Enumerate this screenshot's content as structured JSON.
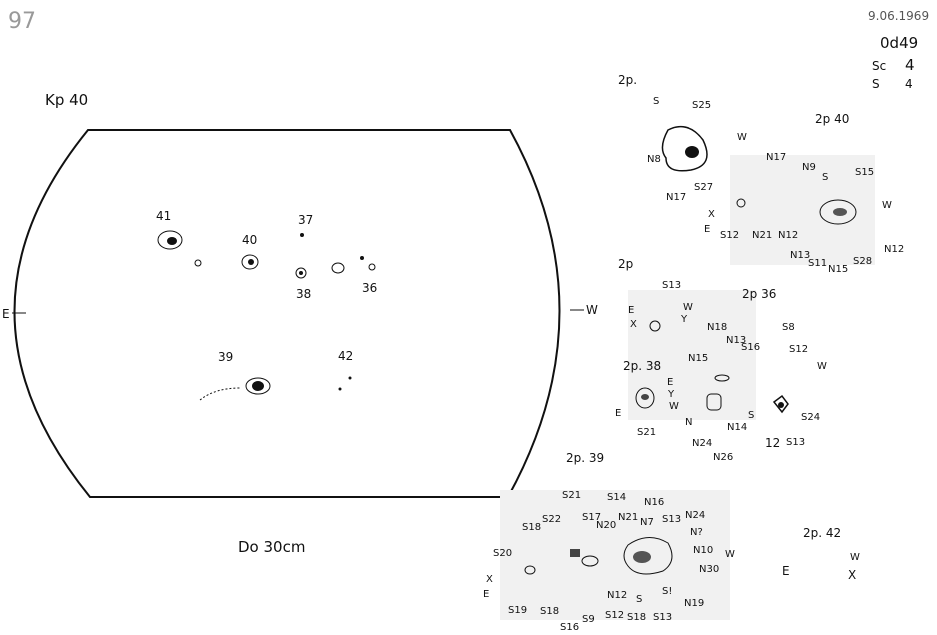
{
  "page_number": "97",
  "header": {
    "date": "9.06.1969",
    "time": "0d49",
    "sc_label": "Sc",
    "sc_value": "4",
    "s_label": "S",
    "s_value": "4"
  },
  "disk": {
    "title": "Kp 40",
    "east": "E",
    "west": "W",
    "groups": [
      "41",
      "40",
      "37",
      "38",
      "36",
      "39",
      "42"
    ],
    "footer": "Do 30cm"
  },
  "detail_top_left": {
    "title": "2p.",
    "labels": [
      "S",
      "S25",
      "N8",
      "N17",
      "S27"
    ]
  },
  "detail_40": {
    "title": "2p 40",
    "labels": [
      "W",
      "N17",
      "N9",
      "S",
      "S15",
      "W",
      "X",
      "E",
      "S12",
      "N21",
      "N12",
      "N13",
      "S11",
      "N15",
      "S28",
      "N12"
    ]
  },
  "detail_36": {
    "title": "2p 36",
    "labels": [
      "2p",
      "S13",
      "E",
      "X",
      "W",
      "Y",
      "N18",
      "N13",
      "S16",
      "S8",
      "S12",
      "W",
      "N15",
      "N",
      "N24",
      "N26",
      "N14",
      "S",
      "S24",
      "12",
      "S13"
    ]
  },
  "detail_38": {
    "title": "2p. 38",
    "labels": [
      "E",
      "Y",
      "W",
      "E",
      "S21"
    ]
  },
  "detail_39": {
    "title": "2p. 39",
    "labels": [
      "S21",
      "S14",
      "S17",
      "N20",
      "N21",
      "N16",
      "S18",
      "S22",
      "N7",
      "S13",
      "N24",
      "N?",
      "N10",
      "W",
      "S20",
      "N30",
      "X",
      "E",
      "S19",
      "S18",
      "S16",
      "S9",
      "S12",
      "N12",
      "S",
      "S18",
      "S13",
      "S!",
      "N19"
    ]
  },
  "detail_42": {
    "title": "2p. 42",
    "labels": [
      "W",
      "E",
      "X"
    ]
  }
}
